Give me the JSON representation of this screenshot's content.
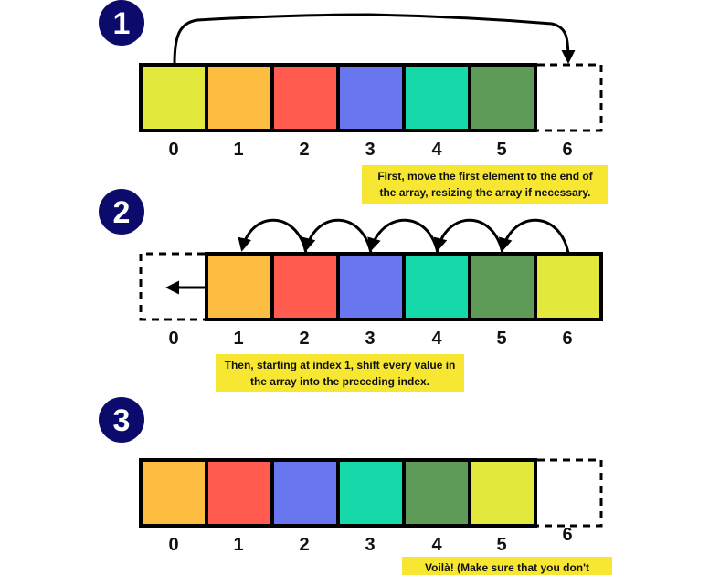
{
  "steps": [
    {
      "number": "1",
      "cells": [
        {
          "color": "#e3e83c"
        },
        {
          "color": "#fdbd40"
        },
        {
          "color": "#ff5b4e"
        },
        {
          "color": "#6876ef"
        },
        {
          "color": "#15d9a9"
        },
        {
          "color": "#5f9b58"
        }
      ],
      "indices": [
        "0",
        "1",
        "2",
        "3",
        "4",
        "5",
        "6"
      ],
      "note": "First, move the first element to the end of the array, resizing the array if necessary."
    },
    {
      "number": "2",
      "cells": [
        {
          "color": "#fdbd40"
        },
        {
          "color": "#ff5b4e"
        },
        {
          "color": "#6876ef"
        },
        {
          "color": "#15d9a9"
        },
        {
          "color": "#5f9b58"
        },
        {
          "color": "#e3e83c"
        }
      ],
      "indices": [
        "0",
        "1",
        "2",
        "3",
        "4",
        "5",
        "6"
      ],
      "note": "Then, starting at index 1, shift every value in the array into the preceding index."
    },
    {
      "number": "3",
      "cells": [
        {
          "color": "#fdbd40"
        },
        {
          "color": "#ff5b4e"
        },
        {
          "color": "#6876ef"
        },
        {
          "color": "#15d9a9"
        },
        {
          "color": "#5f9b58"
        },
        {
          "color": "#e3e83c"
        }
      ],
      "indices": [
        "0",
        "1",
        "2",
        "3",
        "4",
        "5",
        "6"
      ],
      "note": "Voilà!  (Make sure that you don't"
    }
  ],
  "colors": {
    "step_circle": "#0c0a6b",
    "note_background": "#f7e733"
  }
}
